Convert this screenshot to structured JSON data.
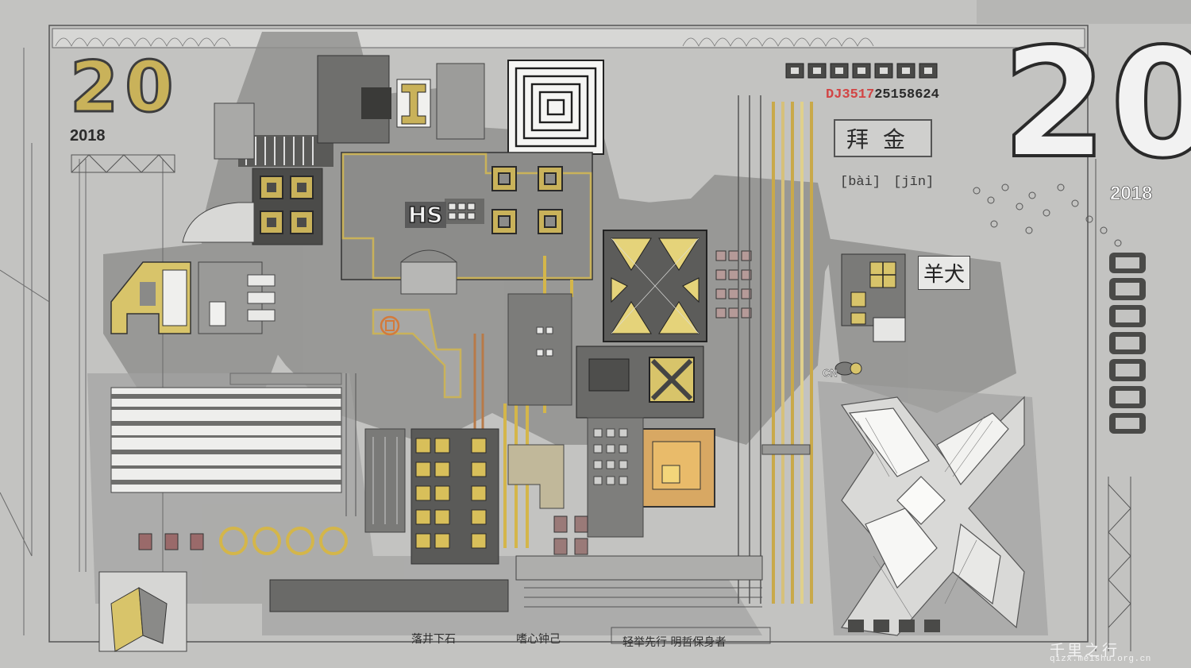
{
  "banknote": {
    "denomination": "20",
    "year_left": "2018",
    "year_right": "2018",
    "serial_prefix": "DJ3517",
    "serial_number": "25158624",
    "slogan": "拜金",
    "pinyin": "[bài] [jīn]",
    "plaque_text": "HS",
    "country_mark": "CN",
    "side_glyph": "羊犬",
    "mottos": [
      "落井下石",
      "嗜心钟己",
      "轻举先行 明哲保身者"
    ]
  },
  "watermark": {
    "site_name": "千里之行",
    "url": "qizx.meishu.org.cn"
  },
  "colors": {
    "paper": "#c3c3c1",
    "ink_dark": "#3f3f3f",
    "ink_mid": "#6e6e6e",
    "gold": "#c9b25a",
    "copper": "#b87a48",
    "serial_red": "#d24545"
  }
}
